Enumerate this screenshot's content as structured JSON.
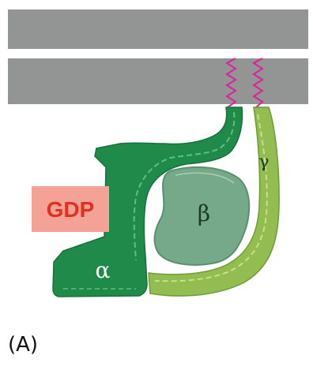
{
  "labels": {
    "gdp": "GDP",
    "alpha": "α",
    "beta": "β",
    "gamma": "γ",
    "panel": "(A)"
  },
  "colors": {
    "membrane": "#939494",
    "anchor": "#e0209a",
    "alpha_fill": "#1f8a4a",
    "alpha_highlight": "#5ec07e",
    "beta_fill": "#76a88a",
    "beta_outline": "#5a9070",
    "gamma_fill": "#93bd51",
    "gamma_highlight": "#c6e08e",
    "gdp_fill": "#f5a296",
    "gdp_text": "#e03020",
    "label_text": "#ffffff",
    "dark_text": "#1a3a22"
  },
  "icons": {
    "membrane": "membrane-bilayer",
    "anchors": "zigzag-lipid-anchor"
  }
}
